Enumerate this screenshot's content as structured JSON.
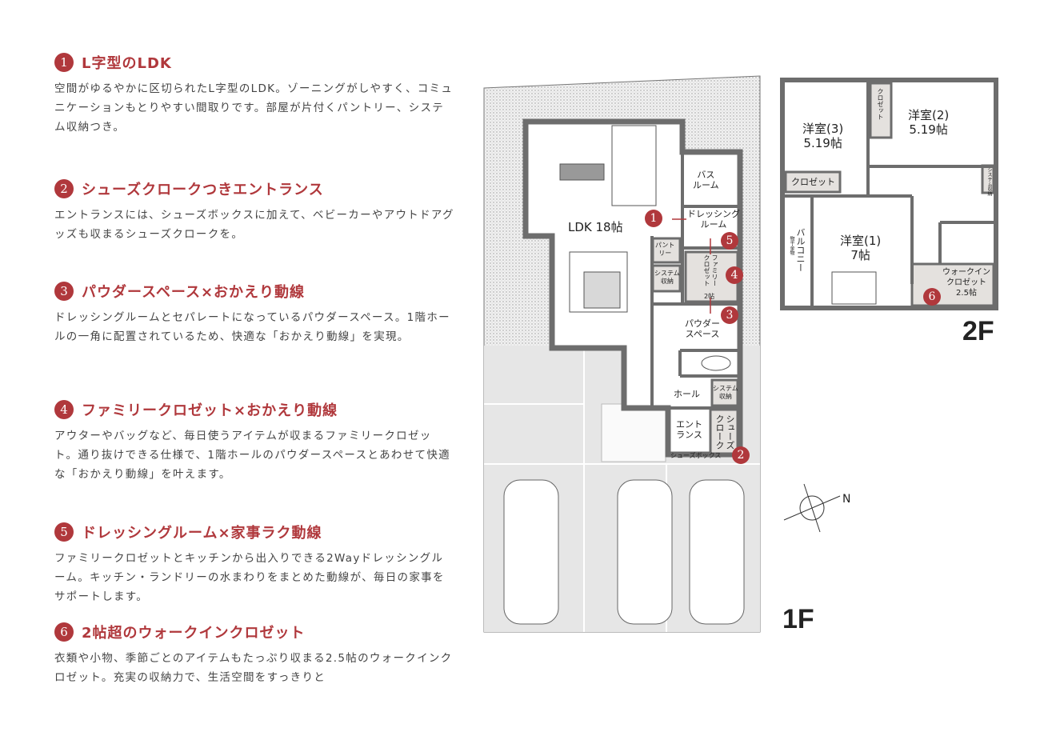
{
  "sections": [
    {
      "num": "1",
      "title": "L字型のLDK",
      "body": "空間がゆるやかに区切られたL字型のLDK。ゾーニングがしやすく、コミュニケーションもとりやすい間取りです。部屋が片付くパントリー、システム収納つき。"
    },
    {
      "num": "2",
      "title": "シューズクロークつきエントランス",
      "body": "エントランスには、シューズボックスに加えて、ベビーカーやアウトドアグッズも収まるシューズクロークを。"
    },
    {
      "num": "3",
      "title": "パウダースペース×おかえり動線",
      "body": "ドレッシングルームとセパレートになっているパウダースペース。1階ホールの一角に配置されているため、快適な「おかえり動線」を実現。"
    },
    {
      "num": "4",
      "title": "ファミリークロゼット×おかえり動線",
      "body": "アウターやバッグなど、毎日使うアイテムが収まるファミリークロゼット。通り抜けできる仕様で、1階ホールのパウダースペースとあわせて快適な「おかえり動線」を叶えます。"
    },
    {
      "num": "5",
      "title": "ドレッシングルーム×家事ラク動線",
      "body": "ファミリークロゼットとキッチンから出入りできる2Wayドレッシングルーム。キッチン・ランドリーの水まわりをまとめた動線が、毎日の家事をサポートします。"
    },
    {
      "num": "6",
      "title": "2帖超のウォークインクロゼット",
      "body": "衣類や小物、季節ごとのアイテムもたっぷり収まる2.5帖のウォークインクロゼット。充実の収納力で、生活空間をすっきりと"
    }
  ],
  "floor1": {
    "label": "1F",
    "rooms": {
      "ldk": "LDK 18帖",
      "bath": "バス\nルーム",
      "dressing": "ドレッシング\nルーム",
      "pantry": "パント\nリー",
      "system1": "システム\n収納",
      "family_closet": "ファミリー\nクロゼット",
      "family_closet_size": "2帖",
      "powder": "パウダー\nスペース",
      "hall": "ホール",
      "system2": "システム\n収納",
      "entrance": "エント\nランス",
      "shoes_cloak": "シューズ\nクローク",
      "shoes_box": "シューズボックス"
    },
    "badges": [
      "1",
      "2",
      "3",
      "4",
      "5"
    ]
  },
  "floor2": {
    "label": "2F",
    "rooms": {
      "room3": "洋室(3)\n5.19帖",
      "room2": "洋室(2)\n5.19帖",
      "closet_v": "クロゼット",
      "closet_h": "クロゼット",
      "system": "システム収納",
      "room1": "洋室(1)\n7帖",
      "balcony": "バルコニー",
      "balcony_sub": "物干金物",
      "wic": "ウォークイン\nクロゼット\n2.5帖"
    },
    "badges": [
      "6"
    ]
  },
  "compass": {
    "label": "N"
  },
  "colors": {
    "accent": "#b0383c",
    "wall": "#6d6d6d",
    "storage": "#e4e1de"
  }
}
